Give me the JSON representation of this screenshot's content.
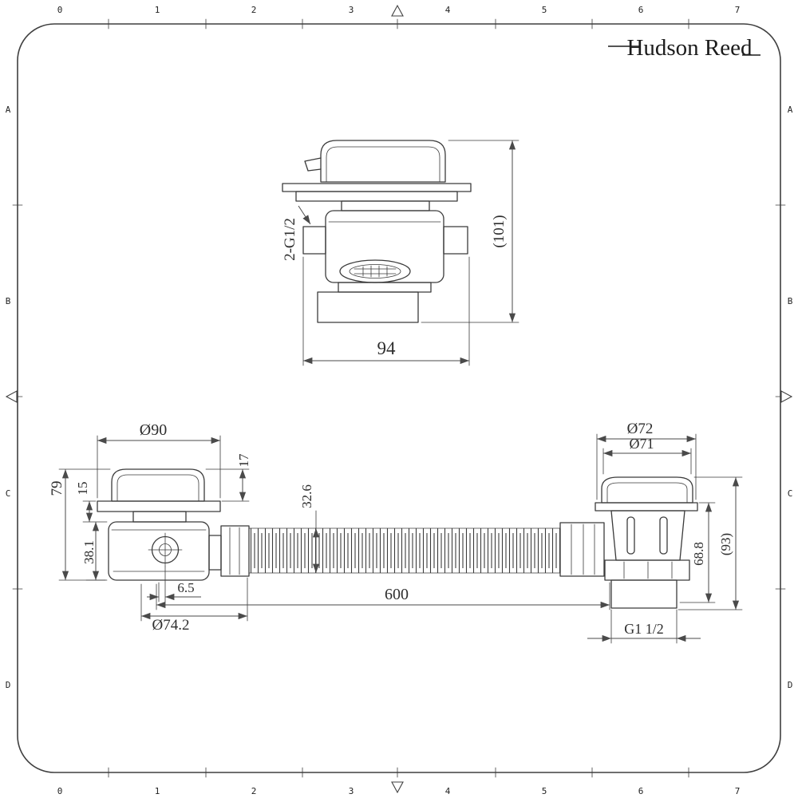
{
  "sheet": {
    "background": "#ffffff",
    "line_color": "#3b3b3b"
  },
  "logo": {
    "text": "Hudson Reed"
  },
  "frame": {
    "top": [
      "0",
      "1",
      "2",
      "3",
      "4",
      "5",
      "6",
      "7"
    ],
    "bottom": [
      "0",
      "1",
      "2",
      "3",
      "4",
      "5",
      "6",
      "7"
    ],
    "left": [
      "A",
      "B",
      "C",
      "D"
    ],
    "right": [
      "A",
      "B",
      "C",
      "D"
    ]
  },
  "overflow_valve": {
    "dims": {
      "side_threads": "2-G1/2",
      "overall_height": "(101)",
      "overall_width": "94"
    }
  },
  "bath_waste": {
    "dims": {
      "cap_diameter": "Ø90",
      "cap_height": "17",
      "flange_height": "15",
      "total_height": "79",
      "body_height": "38.1",
      "centre_offset": "6.5",
      "body_diameter": "Ø74.2",
      "hose_diameter": "32.6",
      "hose_length": "600",
      "outlet_cap_diameter": "Ø72",
      "outlet_plug_diameter": "Ø71",
      "outlet_height": "68.8",
      "outlet_total_height": "(93)",
      "outlet_thread": "G1 1/2"
    }
  }
}
